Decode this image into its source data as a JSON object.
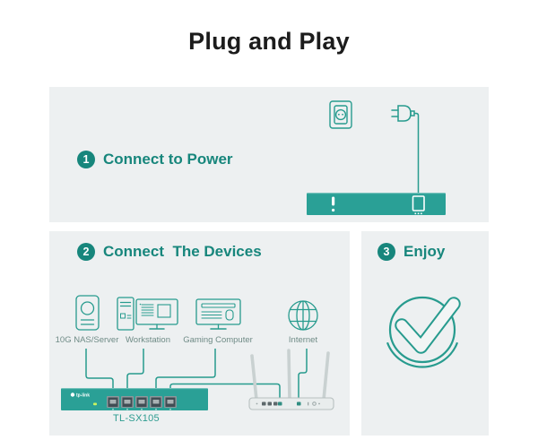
{
  "title": "Plug and Play",
  "steps": [
    {
      "number": "1",
      "label": "Connect to Power"
    },
    {
      "number": "2",
      "label": "Connect  The Devices"
    },
    {
      "number": "3",
      "label": "Enjoy"
    }
  ],
  "devices": [
    {
      "name": "10G NAS/Server",
      "icon": "nas-tower-icon"
    },
    {
      "name": "Workstation",
      "icon": "workstation-icon"
    },
    {
      "name": "Gaming Computer",
      "icon": "gaming-monitor-icon"
    },
    {
      "name": "Internet",
      "icon": "globe-icon"
    }
  ],
  "switch": {
    "model": "TL-SX105",
    "brand_logo": "tp-link",
    "port_count": 5
  },
  "icons": {
    "power-outlet-icon": "wall socket outline",
    "power-plug-icon": "two-prong plug with cord",
    "switch-rear-bar": "teal switch rear with power port",
    "router-icon": "3-antenna wireless router",
    "check-circle-icon": "outlined checkmark over circle"
  },
  "colors": {
    "brand_teal": "#17867c",
    "line_teal": "#279b8e",
    "switch_fill": "#2aa096",
    "led_green": "#c9f35f",
    "panel_bg": "#edf0f1",
    "label_gray": "#6f8b86"
  }
}
